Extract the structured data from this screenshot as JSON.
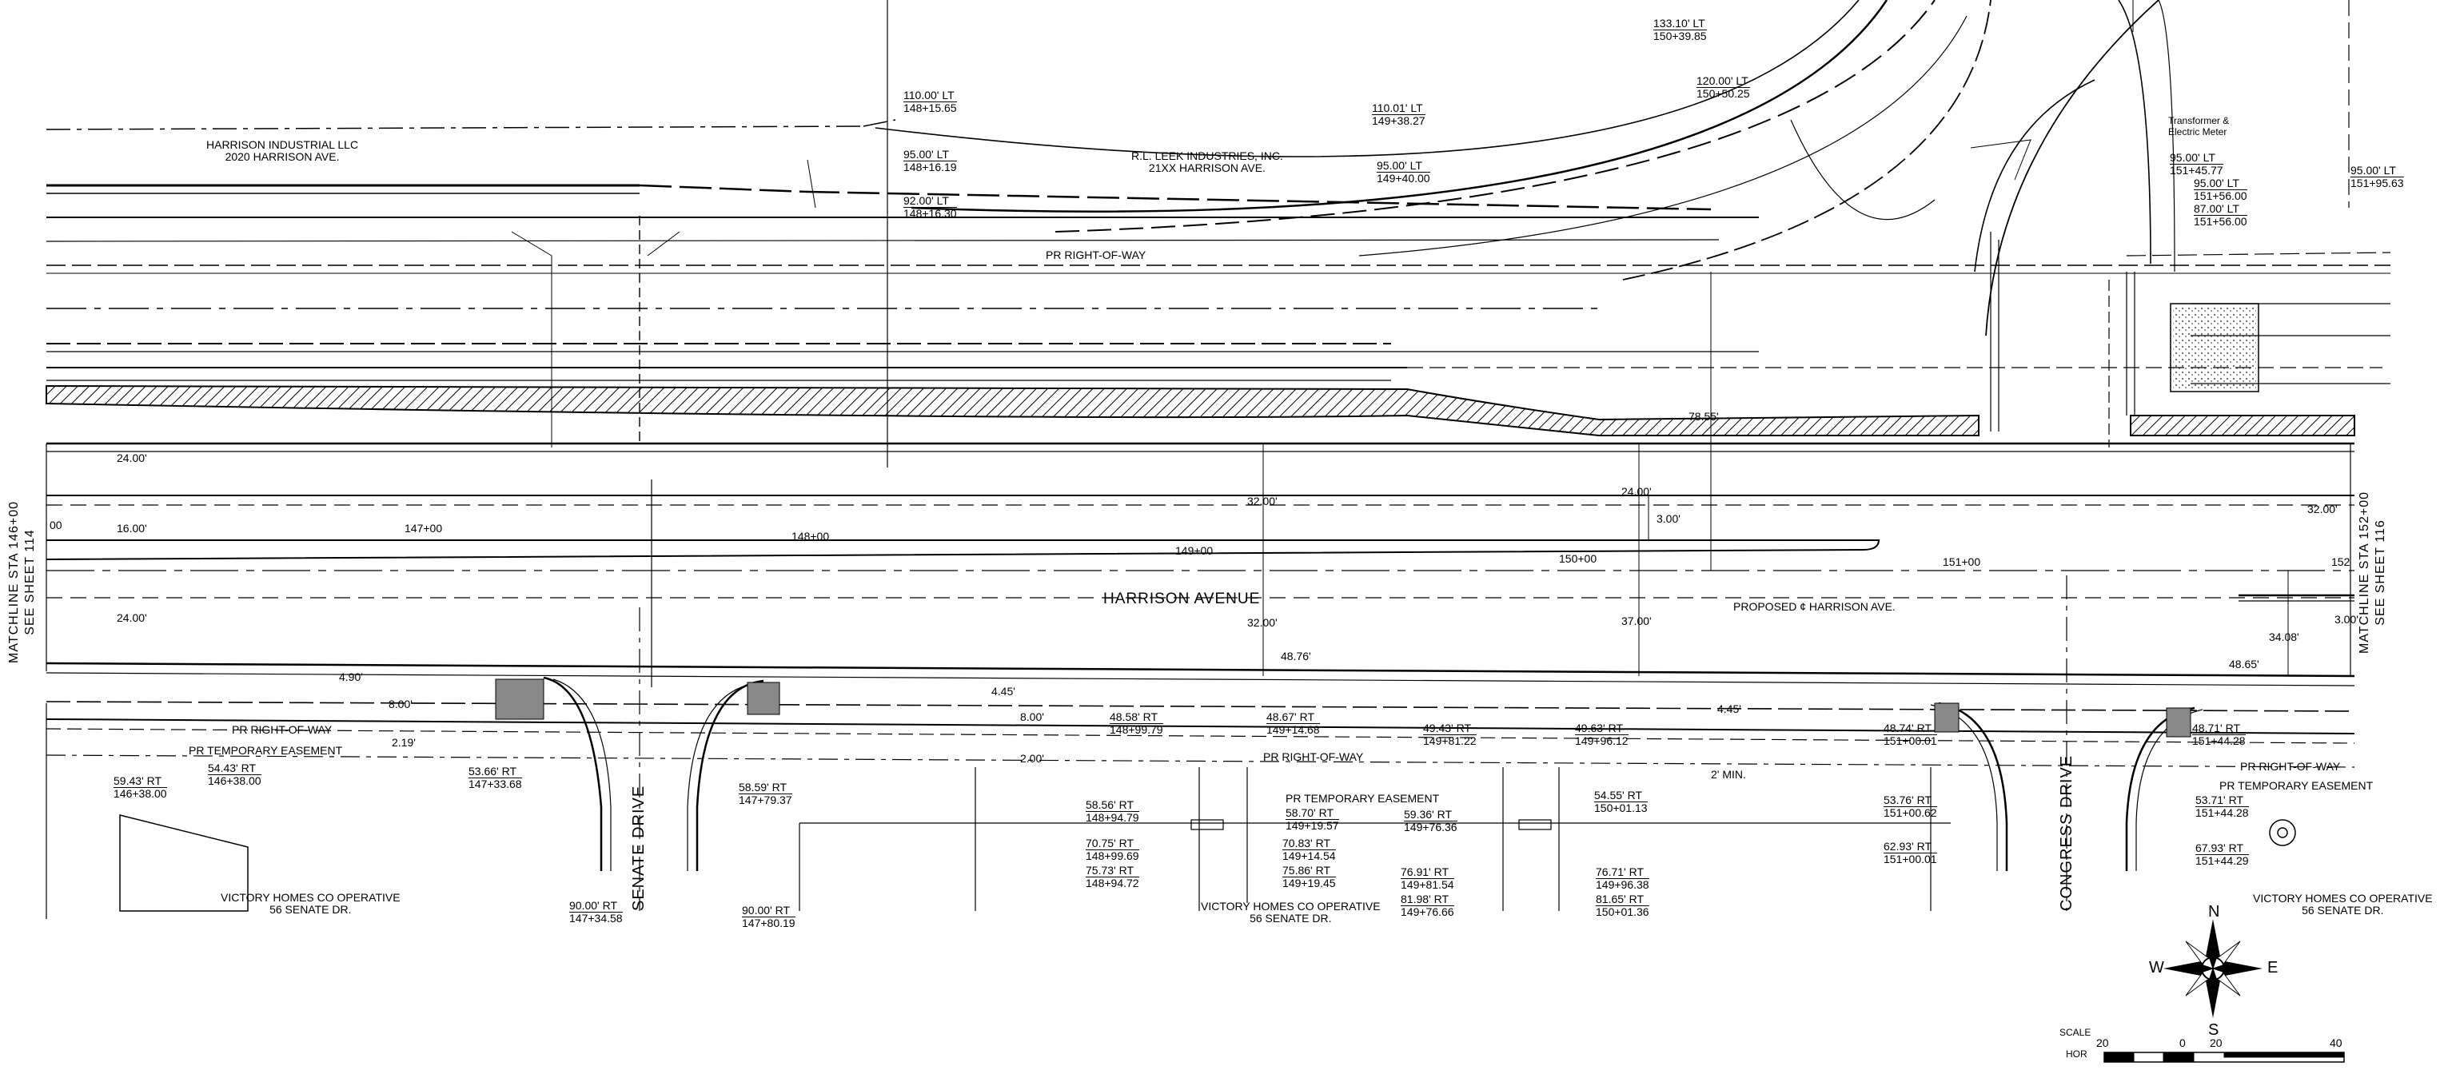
{
  "owners": [
    {
      "name": "HARRISON INDUSTRIAL LLC",
      "addr": "2020 HARRISON AVE."
    },
    {
      "name": "R.L. LEEK INDUSTRIES, INC.",
      "addr": "21XX HARRISON AVE."
    },
    {
      "name": "VICTORY HOMES CO OPERATIVE",
      "addr": "56 SENATE DR."
    },
    {
      "name": "VICTORY HOMES CO OPERATIVE",
      "addr": "56 SENATE DR."
    },
    {
      "name": "VICTORY HOMES CO OPERATIVE",
      "addr": "56 SENATE DR."
    }
  ],
  "streets": {
    "harrison": "HARRISON AVENUE",
    "senate": "SENATE DRIVE",
    "congress": "CONGRESS DRIVE",
    "centerline": "PROPOSED ¢ HARRISON AVE."
  },
  "matchlines": {
    "left": {
      "line1": "MATCHLINE STA 146+00",
      "line2": "SEE SHEET 114"
    },
    "right": {
      "line1": "MATCHLINE STA 152+00",
      "line2": "SEE SHEET 116"
    }
  },
  "row_labels": {
    "pr_row_top": "PR RIGHT-OF-WAY",
    "pr_row_left": "PR RIGHT-OF-WAY",
    "pr_temp_left": "PR TEMPORARY EASEMENT",
    "pr_row_mid": "PR RIGHT-OF-WAY",
    "pr_temp_mid": "PR TEMPORARY EASEMENT",
    "pr_row_right": "PR RIGHT-OF-WAY",
    "pr_temp_right": "PR TEMPORARY EASEMENT",
    "transformer": "Transformer &",
    "meter": "Electric Meter",
    "min": "2' MIN."
  },
  "stations": [
    "00",
    "147+00",
    "148+00",
    "149+00",
    "150+00",
    "151+00",
    "152"
  ],
  "dimensions": {
    "d24a": "24.00'",
    "d16": "16.00'",
    "d24b": "24.00'",
    "d490": "4.90'",
    "d800a": "8.00'",
    "d219": "2.19'",
    "d32a": "32.00'",
    "d32b": "32.00'",
    "d4876": "48.76'",
    "d445a": "4.45'",
    "d800b": "8.00'",
    "d200": "2.00'",
    "d24c": "24.00'",
    "d300a": "3.00'",
    "d3700": "37.00'",
    "d7855": "78.55'",
    "d445b": "4.45'",
    "d3200c": "32.00'",
    "d3408": "34.08'",
    "d300b": "3.00'",
    "d4865": "48.65'"
  },
  "offset_labels": [
    {
      "off": "133.10' LT",
      "sta": "150+39.85"
    },
    {
      "off": "120.00' LT",
      "sta": "150+50.25"
    },
    {
      "off": "110.00' LT",
      "sta": "148+15.65"
    },
    {
      "off": "95.00' LT",
      "sta": "148+16.19"
    },
    {
      "off": "92.00' LT",
      "sta": "148+16.30"
    },
    {
      "off": "110.01' LT",
      "sta": "149+38.27"
    },
    {
      "off": "95.00' LT",
      "sta": "149+40.00"
    },
    {
      "off": "95.00' LT",
      "sta": "151+45.77"
    },
    {
      "off": "95.00' LT",
      "sta": "151+56.00"
    },
    {
      "off": "87.00' LT",
      "sta": "151+56.00"
    },
    {
      "off": "95.00' LT",
      "sta": "151+95.63"
    },
    {
      "off": "59.43' RT",
      "sta": "146+38.00"
    },
    {
      "off": "54.43' RT",
      "sta": "146+38.00"
    },
    {
      "off": "53.66' RT",
      "sta": "147+33.68"
    },
    {
      "off": "90.00' RT",
      "sta": "147+34.58"
    },
    {
      "off": "58.59' RT",
      "sta": "147+79.37"
    },
    {
      "off": "90.00' RT",
      "sta": "147+80.19"
    },
    {
      "off": "48.58' RT",
      "sta": "148+99.79"
    },
    {
      "off": "58.56' RT",
      "sta": "148+94.79"
    },
    {
      "off": "70.75' RT",
      "sta": "148+99.69"
    },
    {
      "off": "75.73' RT",
      "sta": "148+94.72"
    },
    {
      "off": "48.67' RT",
      "sta": "149+14.68"
    },
    {
      "off": "58.70' RT",
      "sta": "149+19.57"
    },
    {
      "off": "70.83' RT",
      "sta": "149+14.54"
    },
    {
      "off": "75.86' RT",
      "sta": "149+19.45"
    },
    {
      "off": "49.43' RT",
      "sta": "149+81.22"
    },
    {
      "off": "59.36' RT",
      "sta": "149+76.36"
    },
    {
      "off": "76.91' RT",
      "sta": "149+81.54"
    },
    {
      "off": "81.98' RT",
      "sta": "149+76.66"
    },
    {
      "off": "49.63' RT",
      "sta": "149+96.12"
    },
    {
      "off": "54.55' RT",
      "sta": "150+01.13"
    },
    {
      "off": "76.71' RT",
      "sta": "149+96.38"
    },
    {
      "off": "81.65' RT",
      "sta": "150+01.36"
    },
    {
      "off": "48.74' RT",
      "sta": "151+00.01"
    },
    {
      "off": "53.76' RT",
      "sta": "151+00.62"
    },
    {
      "off": "62.93' RT",
      "sta": "151+00.01"
    },
    {
      "off": "48.71' RT",
      "sta": "151+44.28"
    },
    {
      "off": "53.71' RT",
      "sta": "151+44.28"
    },
    {
      "off": "67.93' RT",
      "sta": "151+44.29"
    }
  ],
  "compass": {
    "n": "N",
    "s": "S",
    "e": "E",
    "w": "W"
  },
  "scale": {
    "title": "SCALE",
    "unit": "HOR",
    "t1": "20",
    "t2": "0",
    "t3": "20",
    "t4": "40"
  },
  "sheet_marks": {
    "zero": "20",
    "cl": "¢"
  },
  "colors": {
    "ink": "#000000",
    "paper": "#ffffff",
    "fill": "#555555"
  }
}
